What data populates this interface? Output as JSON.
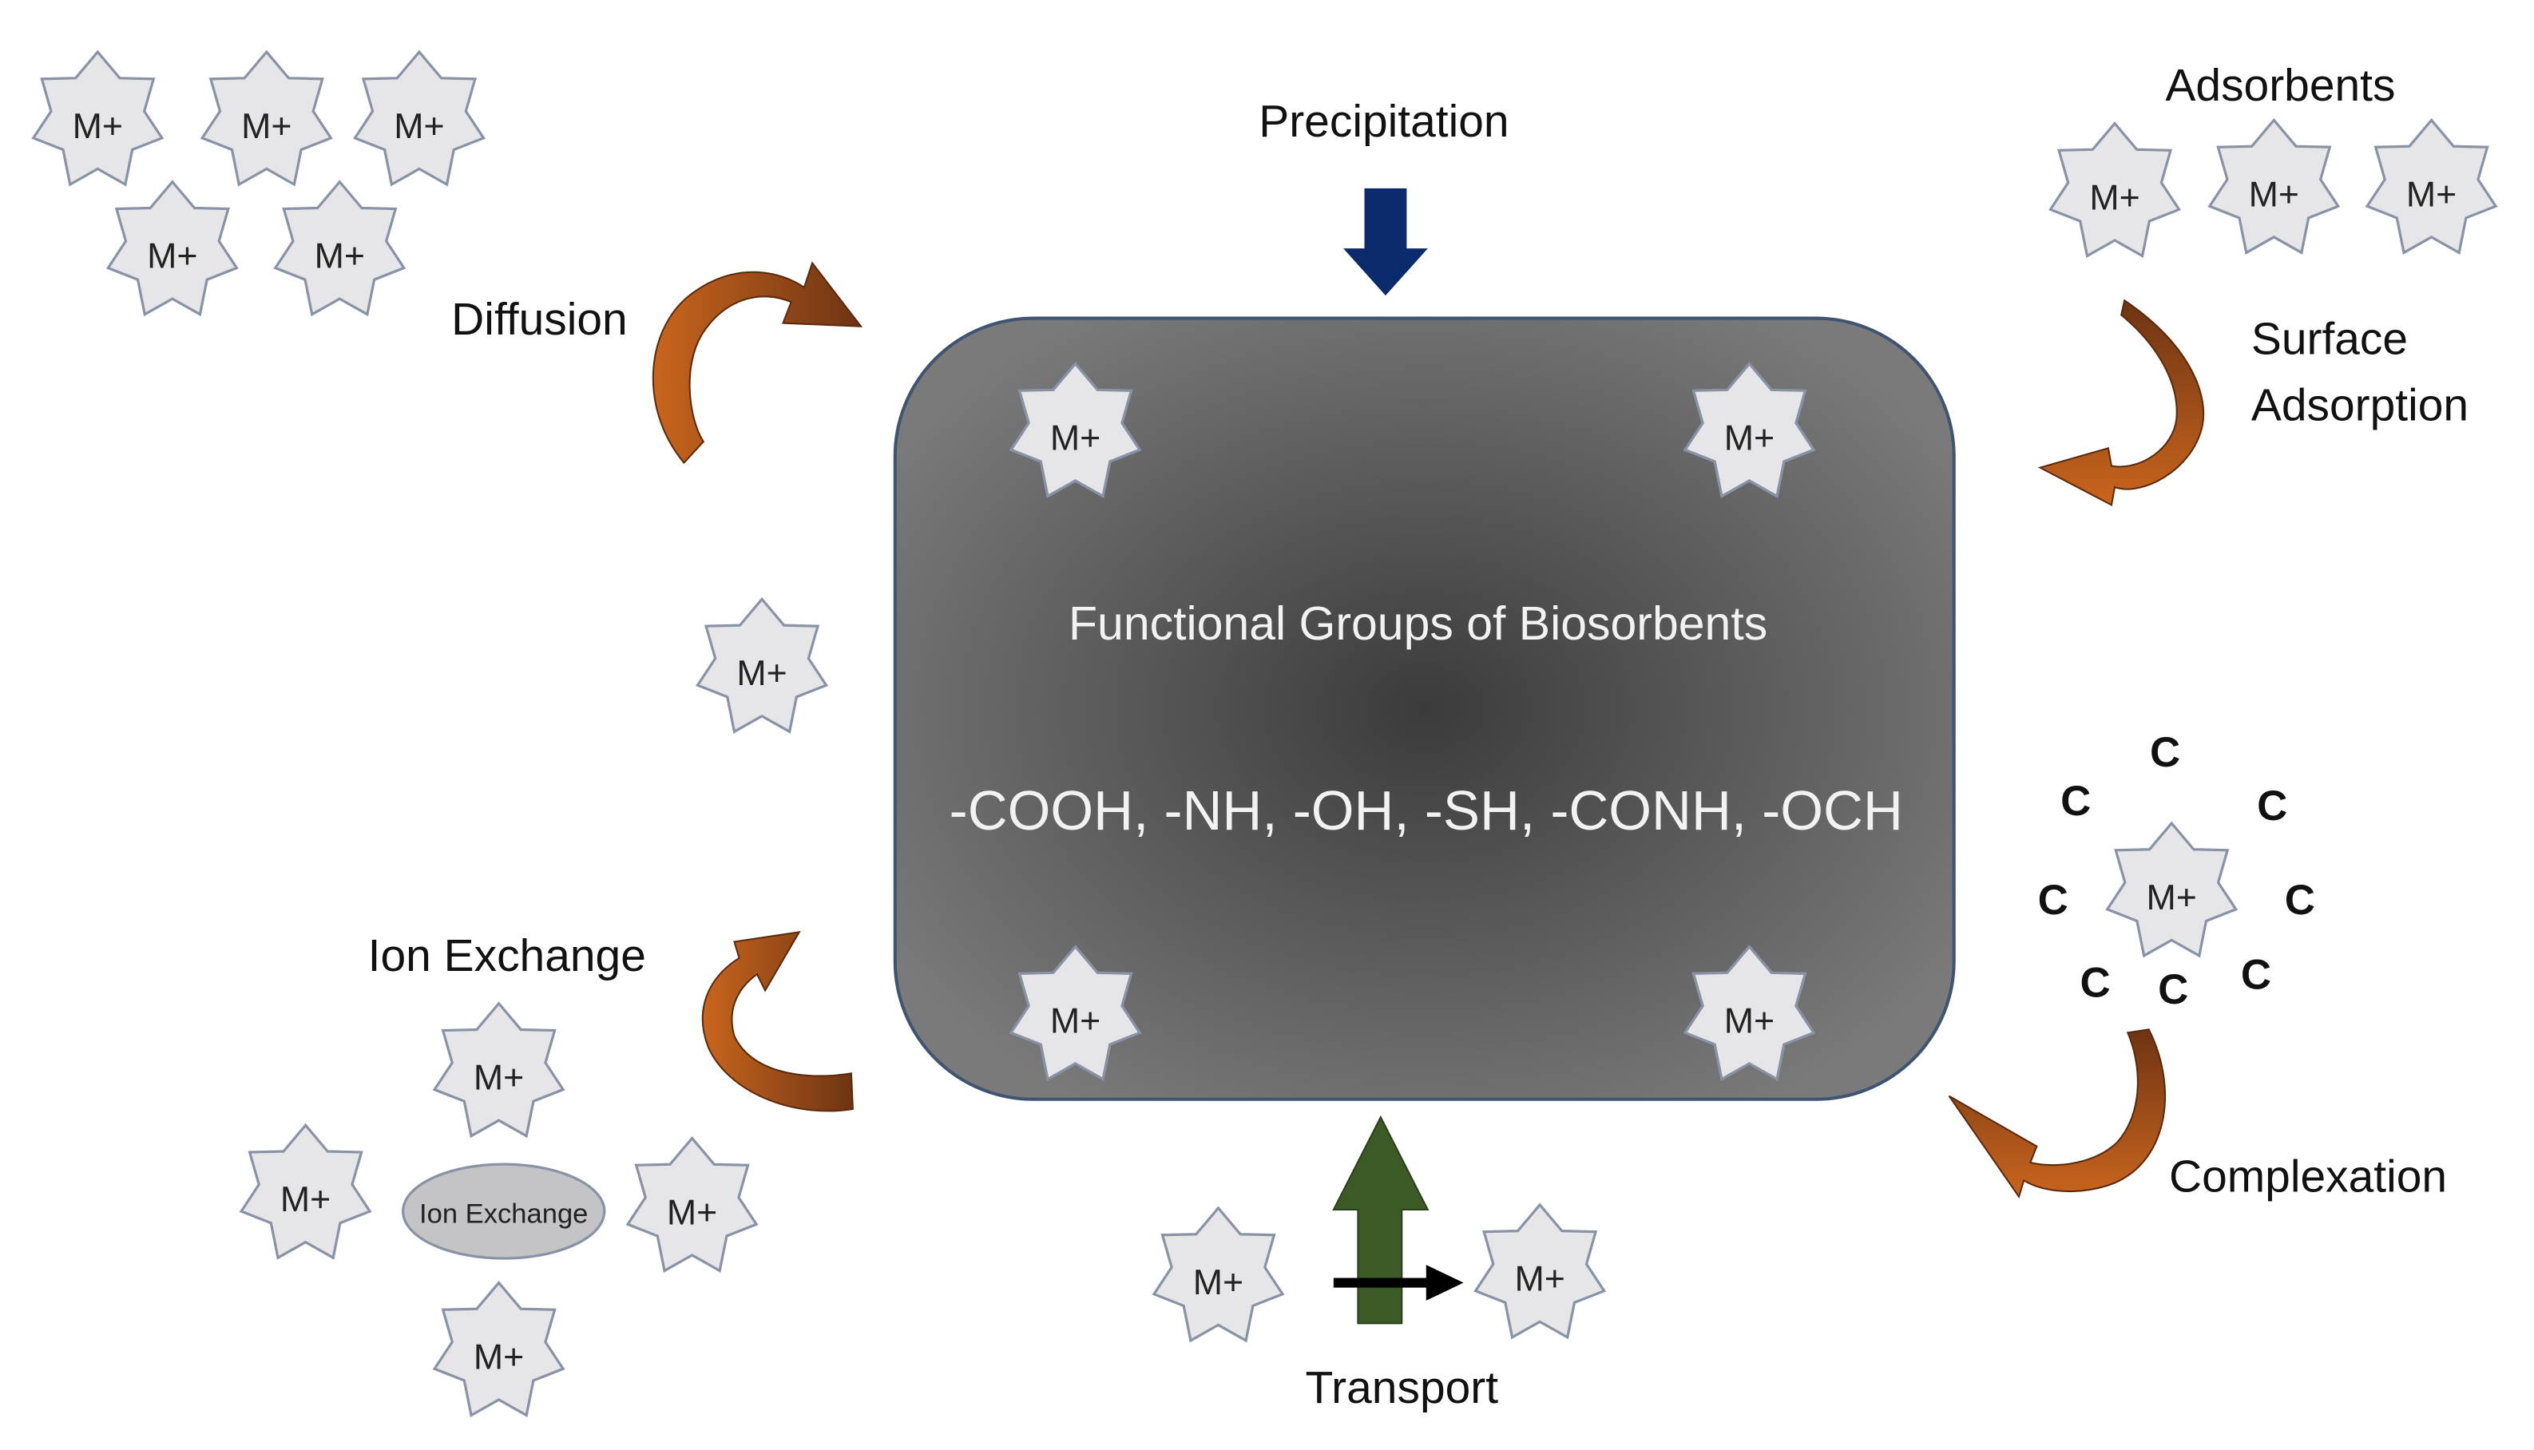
{
  "center": {
    "title": "Functional Groups of Biosorbents",
    "groups": "-COOH, -NH, -OH, -SH, -CONH, -OCH"
  },
  "labels": {
    "precipitation": "Precipitation",
    "adsorbents": "Adsorbents",
    "surface_line1": "Surface",
    "surface_line2": "Adsorption",
    "diffusion": "Diffusion",
    "ion_exchange": "Ion Exchange",
    "complexation": "Complexation",
    "transport": "Transport"
  },
  "ion_exchange_center": "Ion Exchange",
  "ion": "M+",
  "ligand": "C",
  "colors": {
    "box_center": "#3a3a3a",
    "box_edge": "#7b7b7b",
    "box_border": "#3e5470",
    "star_fill": "#e6e6e8",
    "star_stroke": "#8a93a6",
    "precipitation_arrow": "#0a2a6b",
    "transport_arrow": "#3b5a26",
    "curved_arrow_light": "#c9651d",
    "curved_arrow_dark": "#6e3413"
  }
}
